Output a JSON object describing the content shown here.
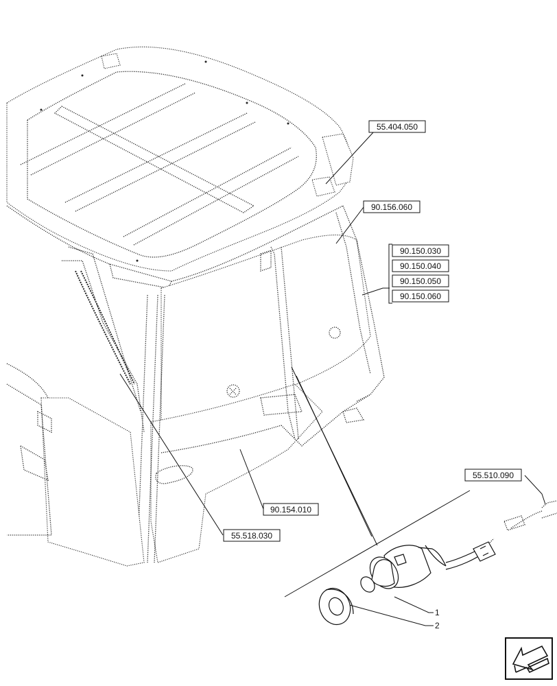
{
  "references": [
    {
      "id": "ref-55-404-050",
      "text": "55.404.050"
    },
    {
      "id": "ref-90-156-060",
      "text": "90.156.060"
    },
    {
      "id": "ref-90-150-030",
      "text": "90.150.030"
    },
    {
      "id": "ref-90-150-040",
      "text": "90.150.040"
    },
    {
      "id": "ref-90-150-050",
      "text": "90.150.050"
    },
    {
      "id": "ref-90-150-060",
      "text": "90.150.060"
    },
    {
      "id": "ref-90-154-010",
      "text": "90.154.010"
    },
    {
      "id": "ref-55-518-030",
      "text": "55.518.030"
    },
    {
      "id": "ref-55-510-090",
      "text": "55.510.090"
    }
  ],
  "callouts": [
    {
      "id": "callout-1",
      "text": "1"
    },
    {
      "id": "callout-2",
      "text": "2"
    }
  ],
  "icons": {
    "nav_arrow": "previous-page-arrow-icon"
  }
}
